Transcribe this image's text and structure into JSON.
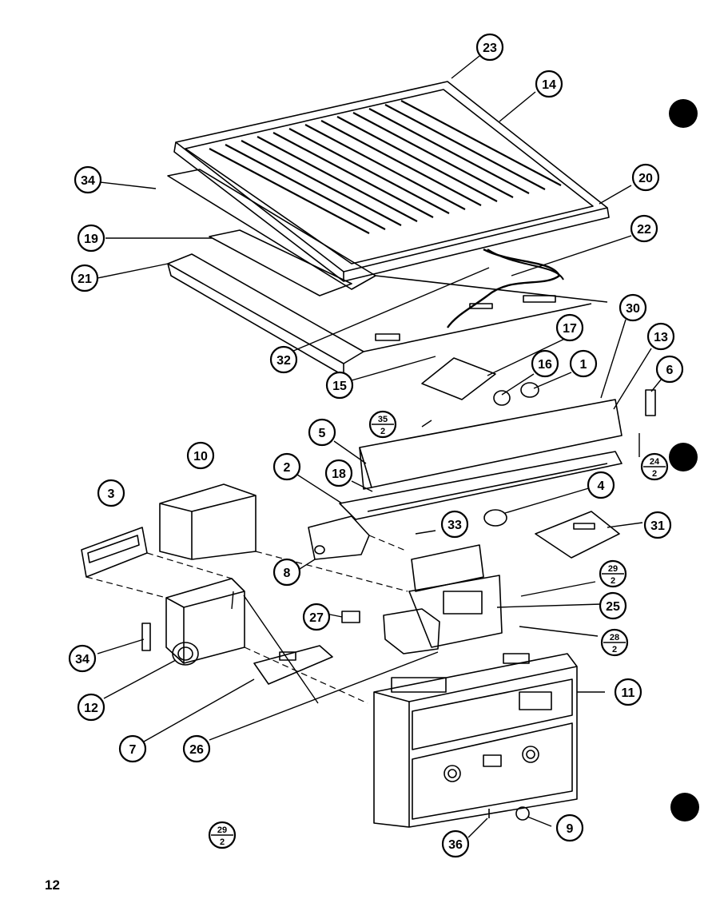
{
  "page_number": "12",
  "callouts": {
    "c1": "1",
    "c2": "2",
    "c3": "3",
    "c4": "4",
    "c5": "5",
    "c6": "6",
    "c7": "7",
    "c8": "8",
    "c9": "9",
    "c10": "10",
    "c11": "11",
    "c12": "12",
    "c13": "13",
    "c14": "14",
    "c15": "15",
    "c16": "16",
    "c17": "17",
    "c18": "18",
    "c19": "19",
    "c20": "20",
    "c21": "21",
    "c22": "22",
    "c23": "23",
    "c25": "25",
    "c26": "26",
    "c27": "27",
    "c30": "30",
    "c31": "31",
    "c32": "32",
    "c33": "33",
    "c34a": "34",
    "c34b": "34",
    "c36": "36"
  },
  "fractions": {
    "f35": {
      "num": "35",
      "den": "2"
    },
    "f24": {
      "num": "24",
      "den": "2"
    },
    "f29a": {
      "num": "29",
      "den": "2"
    },
    "f28": {
      "num": "28",
      "den": "2"
    },
    "f29b": {
      "num": "29",
      "den": "2"
    }
  }
}
